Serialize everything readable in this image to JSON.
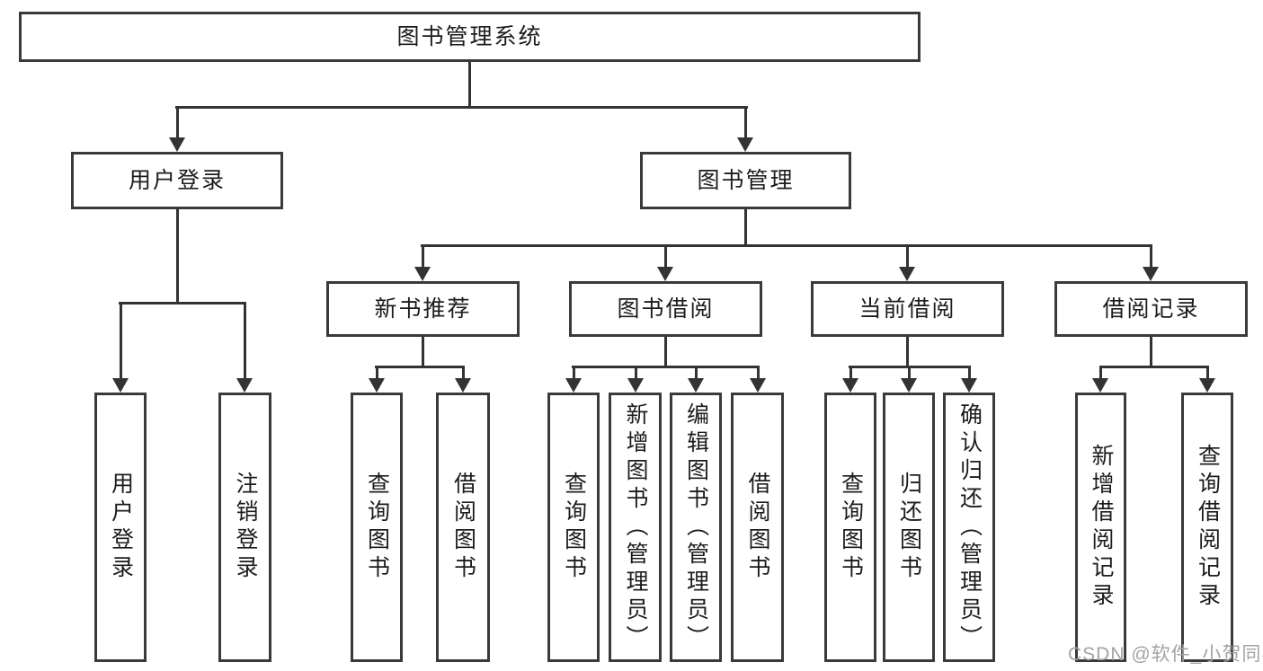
{
  "diagram": {
    "root": {
      "label": "图书管理系统"
    },
    "level2": [
      {
        "id": "user-login",
        "label": "用户登录"
      },
      {
        "id": "book-management",
        "label": "图书管理"
      }
    ],
    "level3": [
      {
        "id": "new-book-recommend",
        "parent": "book-management",
        "label": "新书推荐"
      },
      {
        "id": "book-borrow",
        "parent": "book-management",
        "label": "图书借阅"
      },
      {
        "id": "current-borrow",
        "parent": "book-management",
        "label": "当前借阅"
      },
      {
        "id": "borrow-records",
        "parent": "book-management",
        "label": "借阅记录"
      }
    ],
    "leaves": [
      {
        "parent": "user-login",
        "label": "用户登录"
      },
      {
        "parent": "user-login",
        "label": "注销登录"
      },
      {
        "parent": "new-book-recommend",
        "label": "查询图书"
      },
      {
        "parent": "new-book-recommend",
        "label": "借阅图书"
      },
      {
        "parent": "book-borrow",
        "label": "查询图书"
      },
      {
        "parent": "book-borrow",
        "label": "新增图书（管理员）"
      },
      {
        "parent": "book-borrow",
        "label": "编辑图书（管理员）"
      },
      {
        "parent": "book-borrow",
        "label": "借阅图书"
      },
      {
        "parent": "current-borrow",
        "label": "查询图书"
      },
      {
        "parent": "current-borrow",
        "label": "归还图书"
      },
      {
        "parent": "current-borrow",
        "label": "确认归还（管理员）"
      },
      {
        "parent": "borrow-records",
        "label": "新增借阅记录"
      },
      {
        "parent": "borrow-records",
        "label": "查询借阅记录"
      }
    ],
    "watermark": "CSDN @软件_小贺同学",
    "colors": {
      "line": "#333333",
      "border": "#3a3a3a",
      "text": "#1c1c1c",
      "watermark": "#a3a3a3",
      "background": "#ffffff"
    }
  }
}
